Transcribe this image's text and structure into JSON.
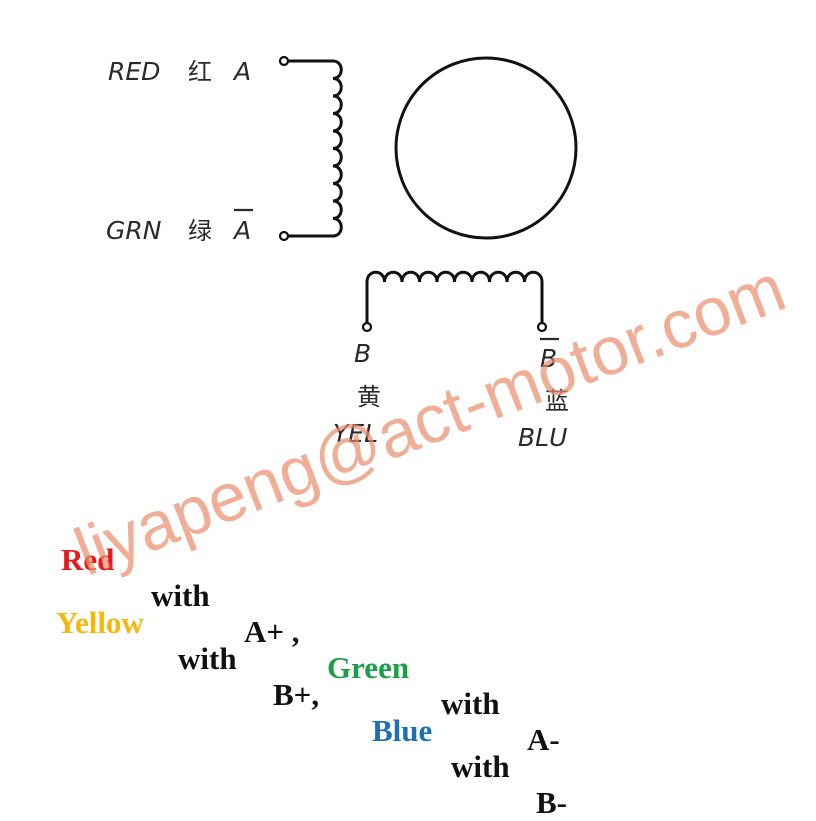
{
  "diagram": {
    "motor_symbol": "circle",
    "coil_a": {
      "top_terminal": {
        "wire": "RED",
        "chinese": "红",
        "phase": "A"
      },
      "bottom_terminal": {
        "wire": "GRN",
        "chinese": "绿",
        "phase": "A"
      }
    },
    "coil_b": {
      "left_terminal": {
        "phase": "B",
        "chinese": "黄",
        "wire": "YEL"
      },
      "right_terminal": {
        "phase": "B",
        "chinese": "蓝",
        "wire": "BLU"
      }
    }
  },
  "legend": {
    "line1": {
      "red": "Red",
      "with1": "with",
      "a_plus": "A+ ,",
      "green": "Green",
      "with2": "with",
      "a_minus": "A-"
    },
    "line2": {
      "yellow": "Yellow",
      "with1": "with",
      "b_plus": "B+,",
      "blue": "Blue",
      "with2": "with",
      "b_minus": "B-"
    },
    "colors": {
      "red": "#e8191c",
      "green": "#1a9f45",
      "yellow": "#f6b60c",
      "blue": "#1f6eb8",
      "text": "#111111"
    }
  },
  "watermark": {
    "text": "liyapeng@act-motor.com",
    "color": "#eb8f6e"
  }
}
